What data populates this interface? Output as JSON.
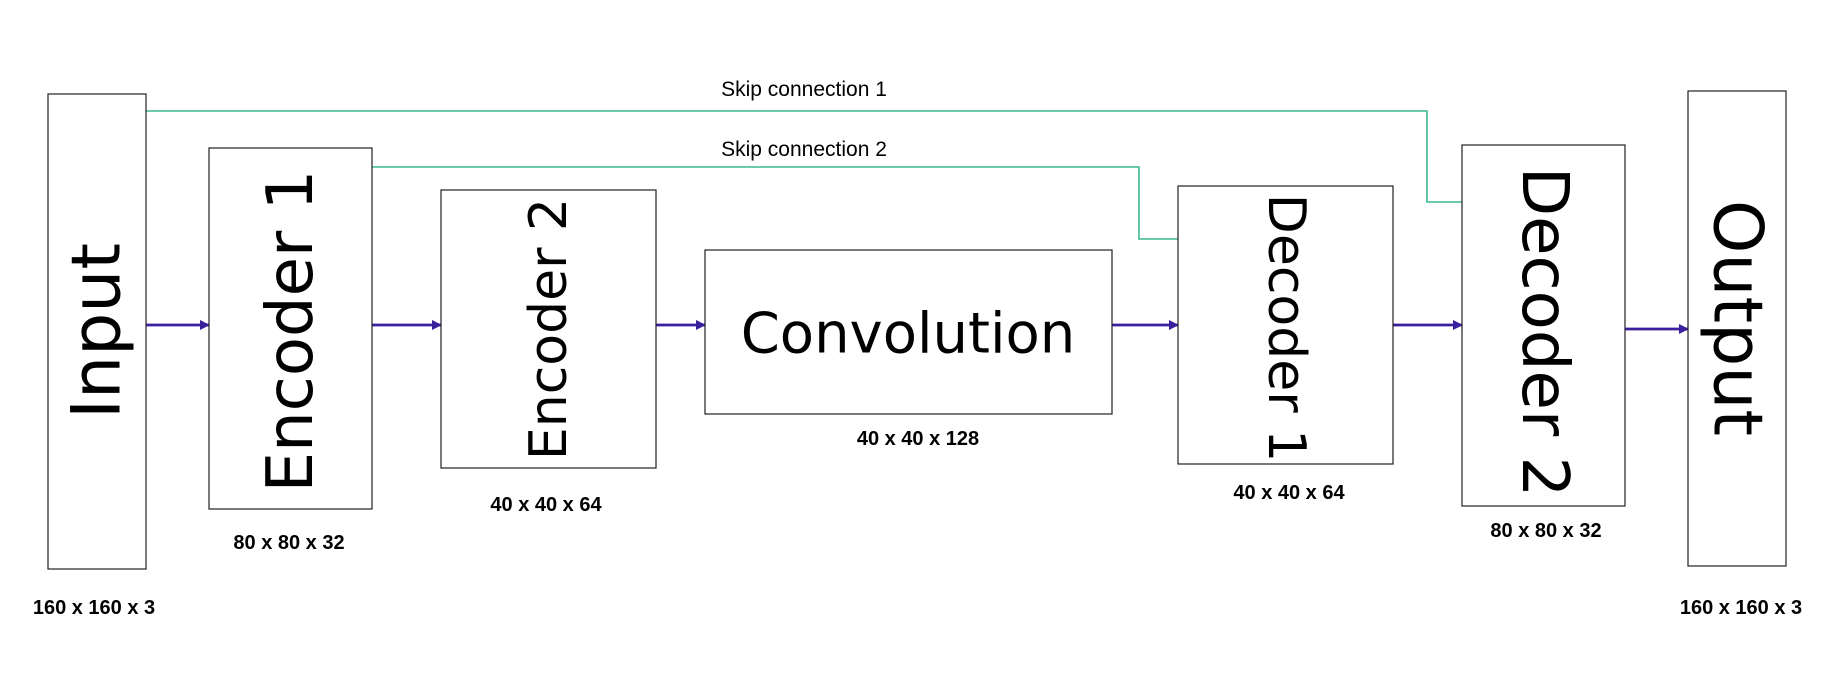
{
  "colors": {
    "flow_arrow": "#3a1f9e",
    "skip_line": "#3dbb8a",
    "box_border": "#231f20"
  },
  "blocks": {
    "input": {
      "label": "Input",
      "dims": "160 x 160 x 3"
    },
    "encoder1": {
      "label": "Encoder 1",
      "dims": "80 x 80 x 32"
    },
    "encoder2": {
      "label": "Encoder 2",
      "dims": "40 x 40 x 64"
    },
    "convolution": {
      "label": "Convolution",
      "dims": "40 x 40 x 128"
    },
    "decoder1": {
      "label": "Decoder 1",
      "dims": "40 x 40 x 64"
    },
    "decoder2": {
      "label": "Decoder 2",
      "dims": "80 x 80 x 32"
    },
    "output": {
      "label": "Output",
      "dims": "160 x 160 x 3"
    }
  },
  "skips": {
    "skip1": {
      "label": "Skip connection 1"
    },
    "skip2": {
      "label": "Skip connection 2"
    }
  }
}
